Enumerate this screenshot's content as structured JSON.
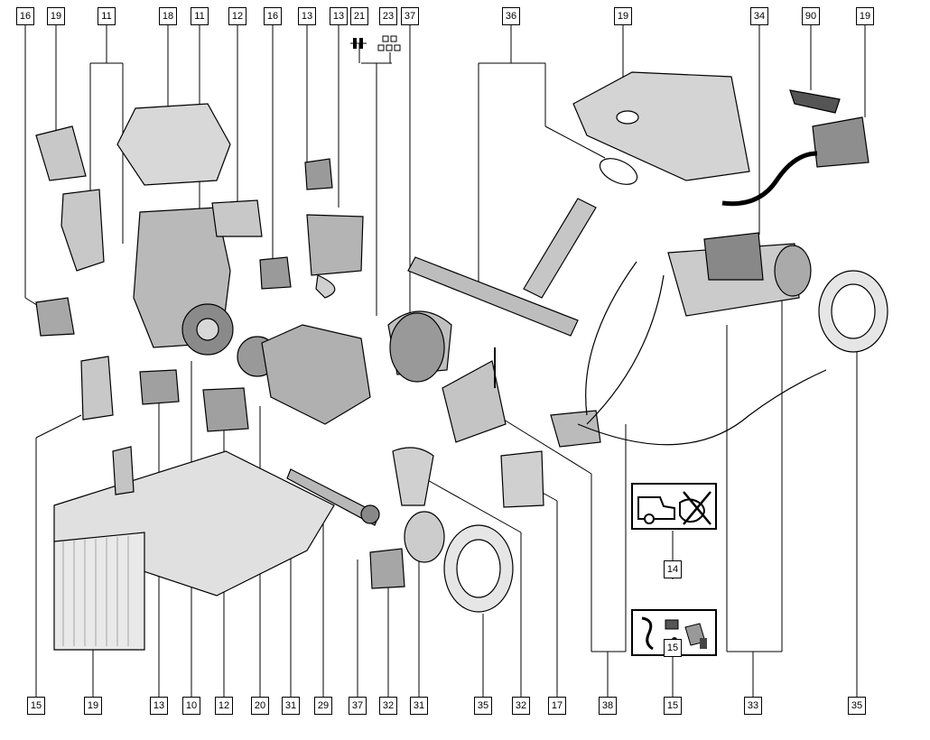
{
  "diagram": {
    "top_callouts": [
      "16",
      "19",
      "11",
      "18",
      "11",
      "12",
      "16",
      "13",
      "13",
      "21",
      "23",
      "37",
      "36",
      "19",
      "34",
      "90",
      "19"
    ],
    "bottom_callouts": [
      "15",
      "19",
      "13",
      "10",
      "12",
      "20",
      "31",
      "29",
      "37",
      "32",
      "31",
      "35",
      "32",
      "17",
      "38",
      "15",
      "33",
      "35"
    ],
    "legend_callouts": [
      "14",
      "15"
    ],
    "colors": {
      "line": "#000000",
      "part_fill": "#c8c8c8",
      "part_dark": "#6e6e6e",
      "background": "#ffffff"
    }
  },
  "icons": [
    "no-towing-icon",
    "accessory-kit-icon",
    "bolt-icon",
    "nut-set-icon"
  ]
}
